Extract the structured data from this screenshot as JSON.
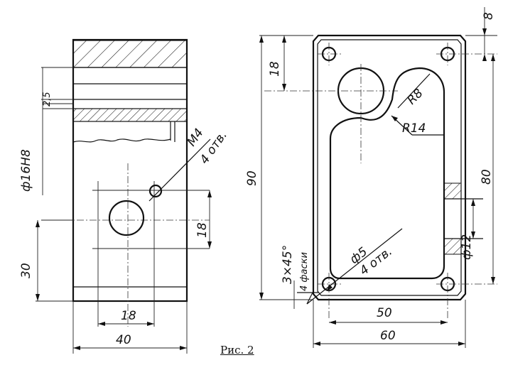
{
  "caption": "Рис. 2",
  "left_view": {
    "dims": {
      "bore_dia": "ф16Н8",
      "wall": "2,5",
      "thread": "М4",
      "thread_count": "4 отв.",
      "hole_spacing_v": "18",
      "height_to_axis": "30",
      "hole_spacing_h": "18",
      "width": "40"
    }
  },
  "right_view": {
    "dims": {
      "top_offset": "18",
      "hole_offset": "8",
      "height": "90",
      "cavity_radius_small": "R8",
      "cavity_radius_large": "R14",
      "pocket_height": "80",
      "through_dia": "ф12",
      "chamfer": "3×45°",
      "chamfer_count": "4 фаски",
      "hole_dia": "ф5",
      "hole_count": "4 отв.",
      "hole_spacing": "50",
      "width": "60"
    }
  },
  "colors": {
    "ink": "#111111",
    "paper": "#ffffff"
  }
}
